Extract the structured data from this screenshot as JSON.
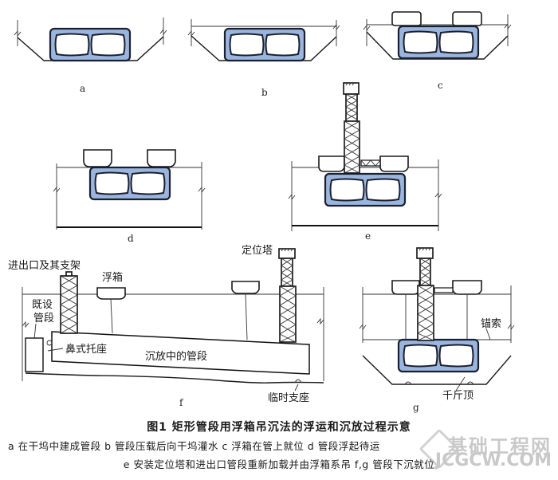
{
  "figure": {
    "title": "图1  矩形管段用浮箱吊沉法的浮运和沉放过程示意",
    "caption_line1": "a 在干坞中建成管段   b 管段压载后向干坞灌水   c 浮箱在管上就位   d 管段浮起待运",
    "caption_line2": "e 安装定位塔和进出口管段重新加载并由浮箱系吊   f,g 管段下沉就位"
  },
  "panels": {
    "a": {
      "label": "a",
      "description": "在干坞中建成管段"
    },
    "b": {
      "label": "b",
      "description": "管段压载后向干坞灌水"
    },
    "c": {
      "label": "c",
      "description": "浮箱在管上就位"
    },
    "d": {
      "label": "d",
      "description": "管段浮起待运"
    },
    "e": {
      "label": "e",
      "description": "安装定位塔和进出口管段重新加载并由浮箱系吊"
    },
    "f": {
      "label": "f",
      "description": "管段下沉就位"
    },
    "g": {
      "label": "g",
      "description": "管段下沉就位"
    }
  },
  "annotations": {
    "inlet_frame": "进出口及其支架",
    "pontoon": "浮箱",
    "existing_segment_1": "既设",
    "existing_segment_2": "管段",
    "nose_bearing": "鼻式托座",
    "sinking_segment": "沉放中的管段",
    "positioning_tower": "定位塔",
    "temp_support": "临时支座",
    "anchor_cable": "锚索",
    "jack": "千斤顶"
  },
  "watermark": {
    "line1": "基础工程网",
    "line2": "JCGCW.COM"
  },
  "colors": {
    "tube_fill": "#9bb6de",
    "line": "#1a1a1a",
    "watermark": "#c9c9c9"
  }
}
